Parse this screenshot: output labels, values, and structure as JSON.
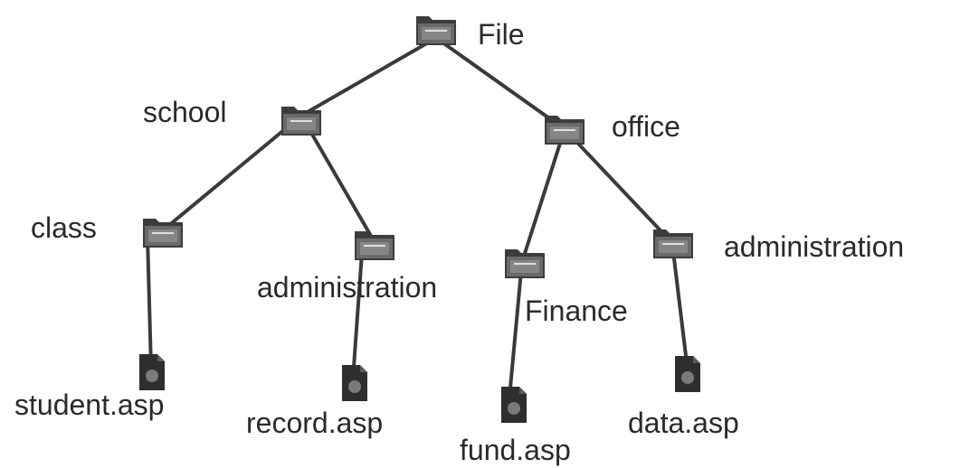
{
  "tree": {
    "root": {
      "label": "File"
    },
    "school": {
      "label": "school"
    },
    "office": {
      "label": "office"
    },
    "class": {
      "label": "class"
    },
    "school_admin": {
      "label": "administration"
    },
    "finance": {
      "label": "Finance"
    },
    "office_admin": {
      "label": "administration"
    },
    "files": {
      "student": "student.asp",
      "record": "record.asp",
      "fund": "fund.asp",
      "data": "data.asp"
    }
  },
  "colors": {
    "line": "#3a3a3a",
    "icon": "#4a4a4a",
    "text": "#2a2a2a"
  }
}
